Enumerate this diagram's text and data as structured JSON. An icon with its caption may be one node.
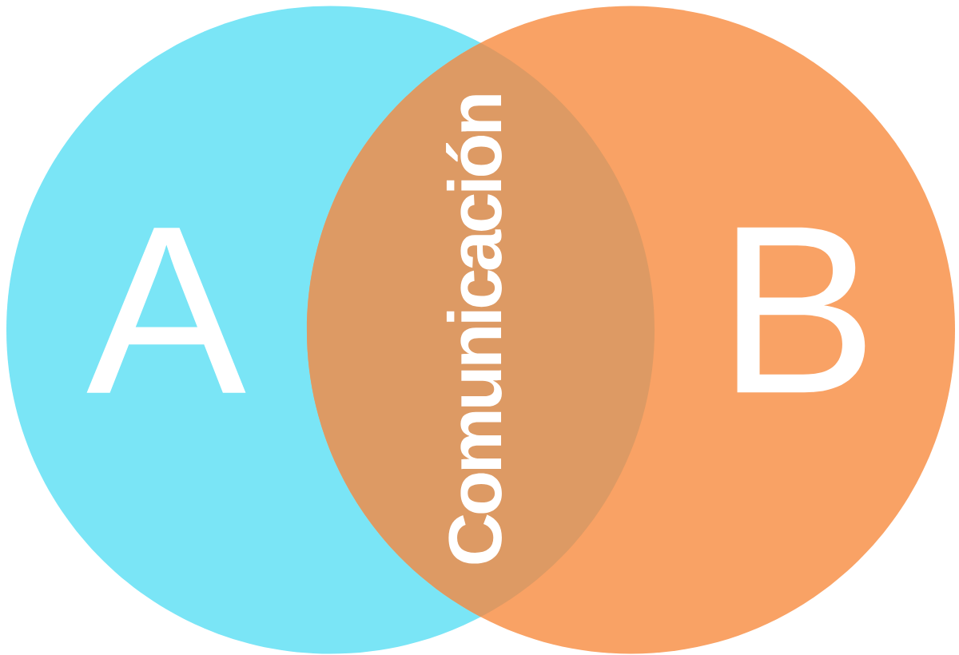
{
  "diagram": {
    "nodes": [
      {
        "text": [
          "A"
        ]
      },
      {
        "text": [
          "B"
        ]
      },
      {
        "text": [
          "Comunicación"
        ]
      }
    ]
  }
}
